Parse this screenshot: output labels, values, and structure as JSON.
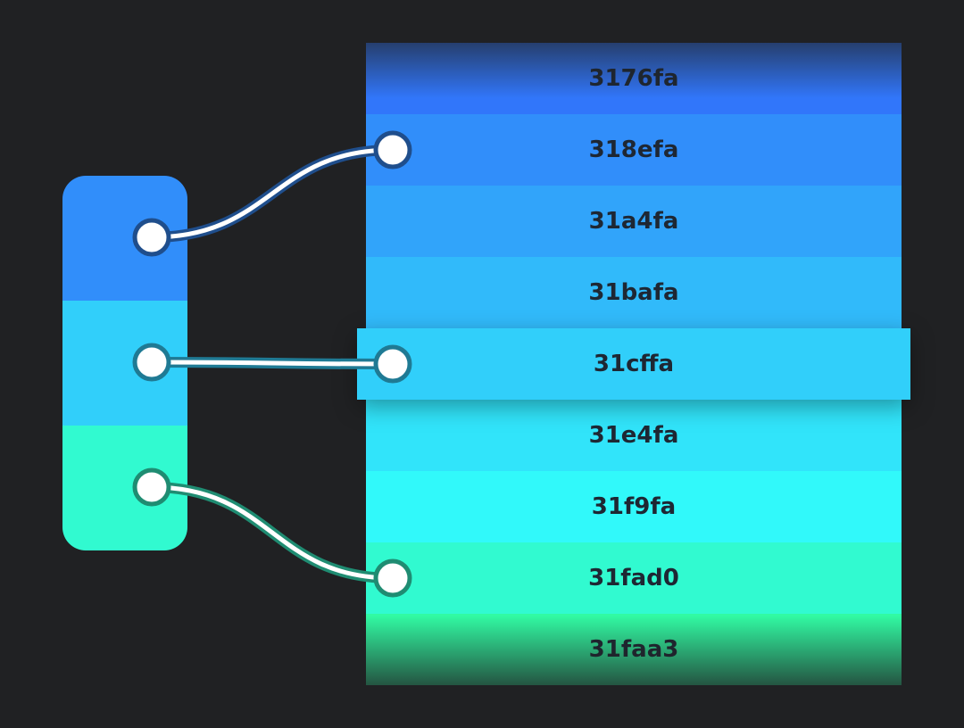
{
  "palette": {
    "swatches": [
      {
        "color": "#318efa"
      },
      {
        "color": "#31cffa"
      },
      {
        "color": "#31fad0"
      }
    ]
  },
  "shades": [
    {
      "label": "3176fa",
      "color": "#3176fa"
    },
    {
      "label": "318efa",
      "color": "#318efa"
    },
    {
      "label": "31a4fa",
      "color": "#31a4fa"
    },
    {
      "label": "31bafa",
      "color": "#31bafa"
    },
    {
      "label": "31cffa",
      "color": "#31cffa",
      "selected": true
    },
    {
      "label": "31e4fa",
      "color": "#31e4fa"
    },
    {
      "label": "31f9fa",
      "color": "#31f9fa"
    },
    {
      "label": "31fad0",
      "color": "#31fad0"
    },
    {
      "label": "31faa3",
      "color": "#31faa3"
    }
  ],
  "links": [
    {
      "from_swatch": 0,
      "to_shade": 1,
      "ring_color": "#1f4e8c"
    },
    {
      "from_swatch": 1,
      "to_shade": 4,
      "ring_color": "#1f7a94"
    },
    {
      "from_swatch": 2,
      "to_shade": 7,
      "ring_color": "#1f8c72"
    }
  ],
  "colors": {
    "background": "#202123",
    "label_text": "#1e2733",
    "connector": "#ffffff"
  }
}
